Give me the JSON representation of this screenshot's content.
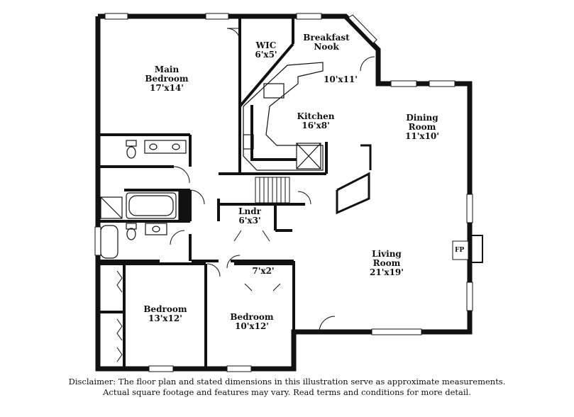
{
  "rooms": {
    "main_bedroom": {
      "line1": "Main",
      "line2": "Bedroom",
      "dims": "17'x14'"
    },
    "wic": {
      "name": "WIC",
      "dims": "6'x5'"
    },
    "breakfast_nook": {
      "line1": "Breakfast",
      "line2": "Nook",
      "dims": "10'x11'"
    },
    "kitchen": {
      "name": "Kitchen",
      "dims": "16'x8'"
    },
    "dining_room": {
      "line1": "Dining",
      "line2": "Room",
      "dims": "11'x10'"
    },
    "laundry": {
      "name": "Lndr",
      "dims": "6'x3'"
    },
    "living_room": {
      "line1": "Living",
      "line2": "Room",
      "dims": "21'x19'"
    },
    "closet": {
      "dims": "7'x2'"
    },
    "bedroom_left": {
      "name": "Bedroom",
      "dims": "13'x12'"
    },
    "bedroom_right": {
      "name": "Bedroom",
      "dims": "10'x12'"
    },
    "fireplace": {
      "label": "FP"
    }
  },
  "disclaimer": {
    "line1": "Disclaimer: The floor plan and stated dimensions in this illustration serve as approximate measurements.",
    "line2": "Actual square footage and features may vary. Read terms and conditions for more detail."
  },
  "colors": {
    "wall": "#111111",
    "window": "#ffffff",
    "background": "#ffffff"
  }
}
